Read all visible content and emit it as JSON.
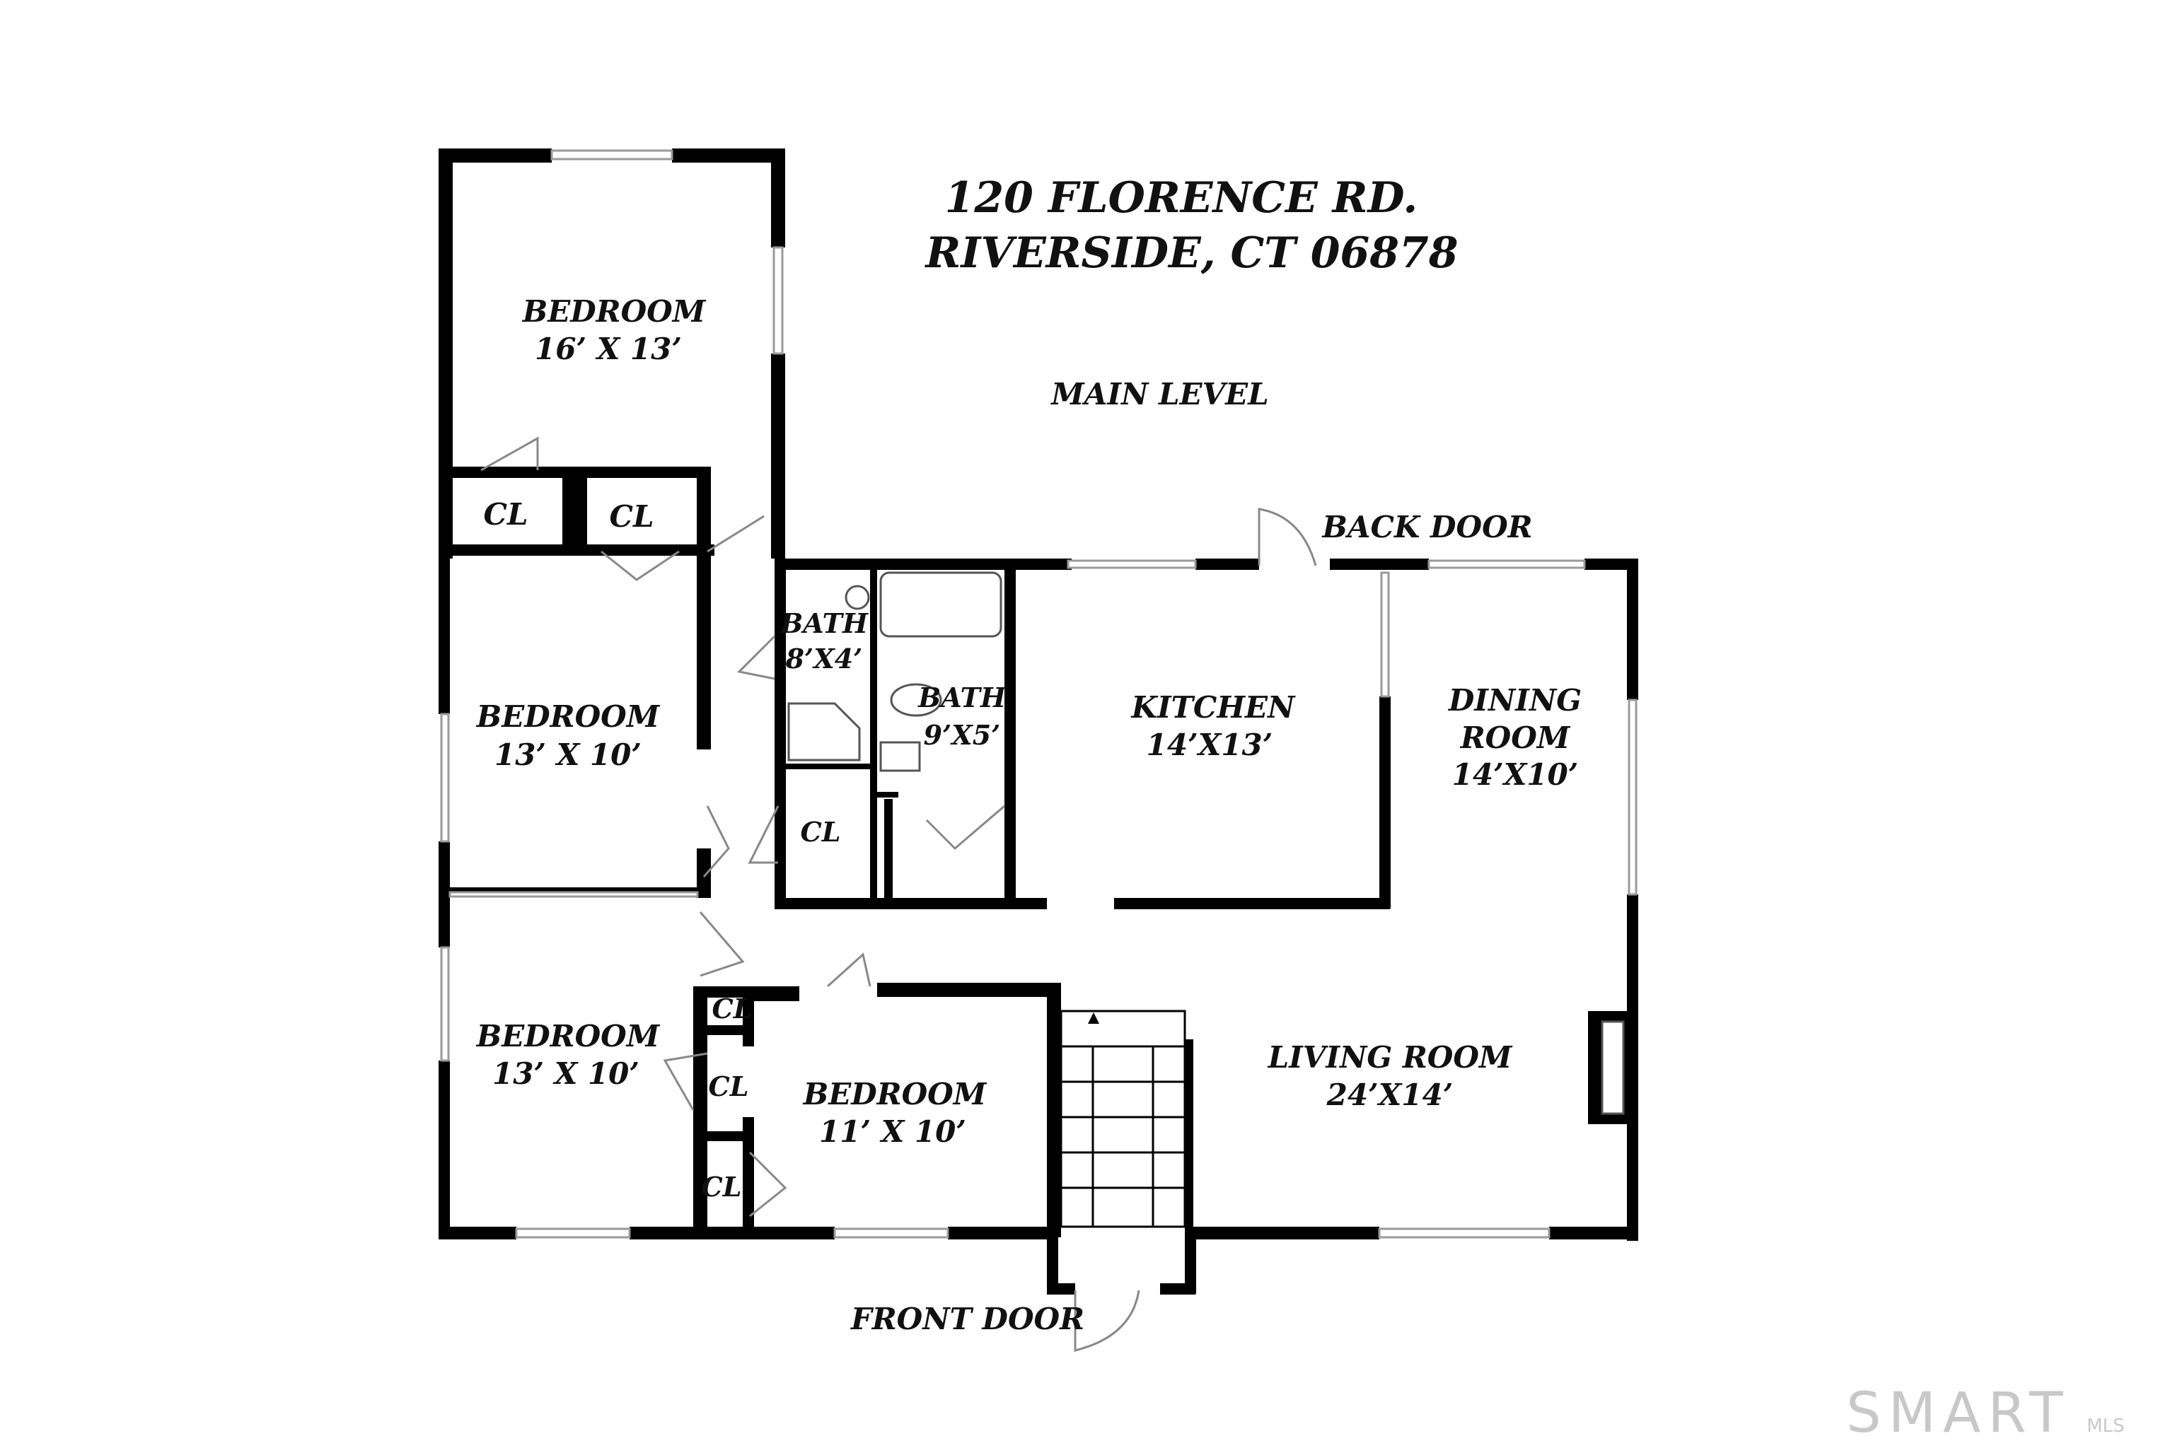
{
  "address": {
    "line1": "120 FLORENCE RD.",
    "line2": "RIVERSIDE, CT 06878"
  },
  "level": "MAIN LEVEL",
  "rooms": {
    "bedroom_top": {
      "name": "BEDROOM",
      "size": "16’ X 13’"
    },
    "bedroom_mid": {
      "name": "BEDROOM",
      "size": "13’ X 10’"
    },
    "bedroom_low": {
      "name": "BEDROOM",
      "size": "13’ X 10’"
    },
    "bedroom_front": {
      "name": "BEDROOM",
      "size": "11’ X 10’"
    },
    "bath_small": {
      "name": "BATH",
      "size": "8’X4’"
    },
    "bath_large": {
      "name": "BATH",
      "size": "9’X5’"
    },
    "kitchen": {
      "name": "KITCHEN",
      "size": "14’X13’"
    },
    "dining": {
      "name1": "DINING",
      "name2": "ROOM",
      "size": "14’X10’"
    },
    "living": {
      "name": "LIVING ROOM",
      "size": "24’X14’"
    }
  },
  "closets": {
    "cl1": "CL",
    "cl2": "CL",
    "cl3": "CL",
    "cl4": "CL",
    "cl5": "CL",
    "cl6": "CL"
  },
  "doors": {
    "back": "BACK DOOR",
    "front": "FRONT DOOR"
  },
  "watermark": {
    "brand": "SMART",
    "sub": "MLS"
  }
}
